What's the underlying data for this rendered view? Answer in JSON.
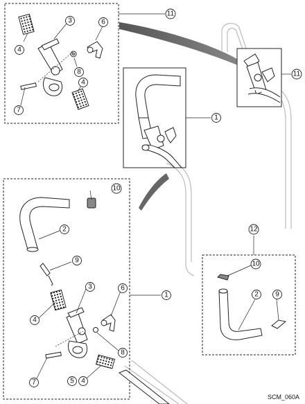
{
  "callouts": {
    "c4a": "4",
    "c3a": "3",
    "c6a": "6",
    "c11a": "11",
    "c8a": "8",
    "c4b": "4",
    "c7a": "7",
    "c11b": "11",
    "c1a": "1",
    "c10a": "10",
    "c2a": "2",
    "c9a": "9",
    "c1b": "1",
    "c4c": "4",
    "c3b": "3",
    "c6b": "6",
    "c8b": "8",
    "c7b": "7",
    "c5": "5",
    "c4d": "4",
    "c12": "12",
    "c10b": "10",
    "c2b": "2",
    "c9b": "9"
  },
  "drawing_code": "SCM_060A"
}
